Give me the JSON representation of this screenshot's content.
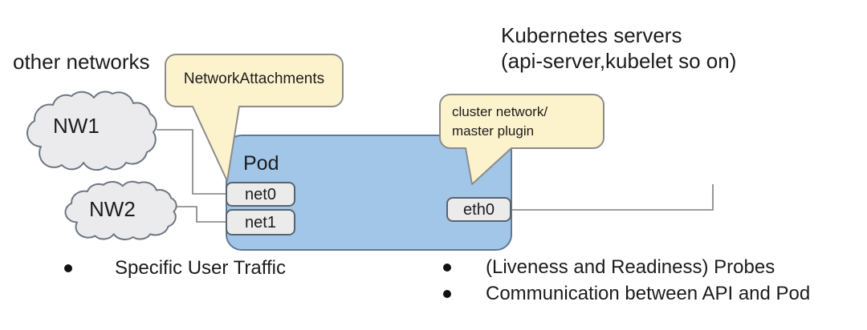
{
  "labels": {
    "other_networks": "other networks",
    "k8s_line1": "Kubernetes servers",
    "k8s_line2": "(api-server,kubelet so on)",
    "pod": "Pod"
  },
  "clouds": [
    {
      "label": "NW1"
    },
    {
      "label": "NW2"
    }
  ],
  "callouts": {
    "attachment": {
      "label": "NetworkAttachments"
    },
    "cluster": {
      "line1": "cluster network/",
      "line2": "master plugin"
    }
  },
  "interfaces": [
    {
      "label": "net0"
    },
    {
      "label": "net1"
    },
    {
      "label": "eth0"
    }
  ],
  "bullets": {
    "left": [
      "Specific User Traffic"
    ],
    "right": [
      "(Liveness and Readiness) Probes",
      "Communication between API and Pod"
    ]
  },
  "colors": {
    "pod_fill": "#a2c6e8",
    "pod_border": "#5f7897",
    "callout_fill": "#fcf2cc",
    "callout_border": "#8c8c8c",
    "cloud_fill": "#ebebed",
    "cloud_border": "#6e7681",
    "iface_fill": "#ebebeb",
    "iface_border": "#59636f",
    "connector": "#7f7f7f",
    "text": "#1c1c1c"
  }
}
